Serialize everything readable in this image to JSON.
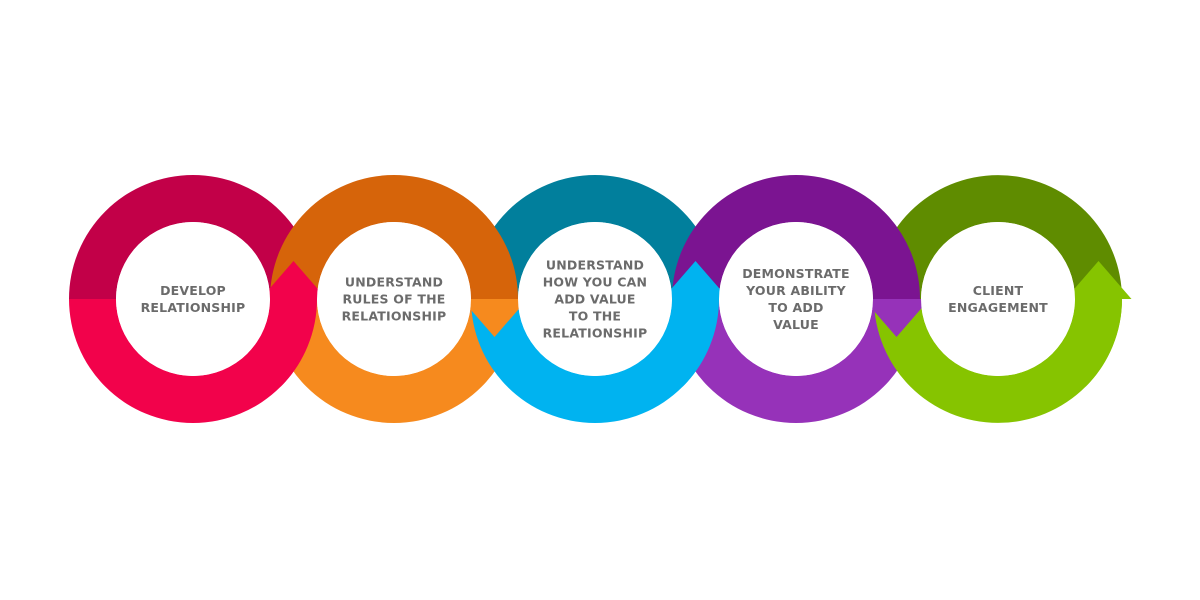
{
  "diagram": {
    "steps": [
      {
        "lines": [
          "DEVELOP",
          "RELATIONSHIP"
        ],
        "colors": {
          "light": "#f2024b",
          "dark": "#c20048"
        }
      },
      {
        "lines": [
          "UNDERSTAND",
          "RULES OF THE",
          "RELATIONSHIP"
        ],
        "colors": {
          "light": "#f68a1e",
          "dark": "#d6640a"
        }
      },
      {
        "lines": [
          "UNDERSTAND",
          "HOW YOU CAN",
          "ADD VALUE",
          "TO THE",
          "RELATIONSHIP"
        ],
        "colors": {
          "light": "#00b3f0",
          "dark": "#017f9c"
        }
      },
      {
        "lines": [
          "DEMONSTRATE",
          "YOUR ABILITY",
          "TO ADD",
          "VALUE"
        ],
        "colors": {
          "light": "#9632b9",
          "dark": "#7b1491"
        }
      },
      {
        "lines": [
          "CLIENT",
          "ENGAGEMENT"
        ],
        "colors": {
          "light": "#86c400",
          "dark": "#5f8c00"
        }
      }
    ]
  }
}
